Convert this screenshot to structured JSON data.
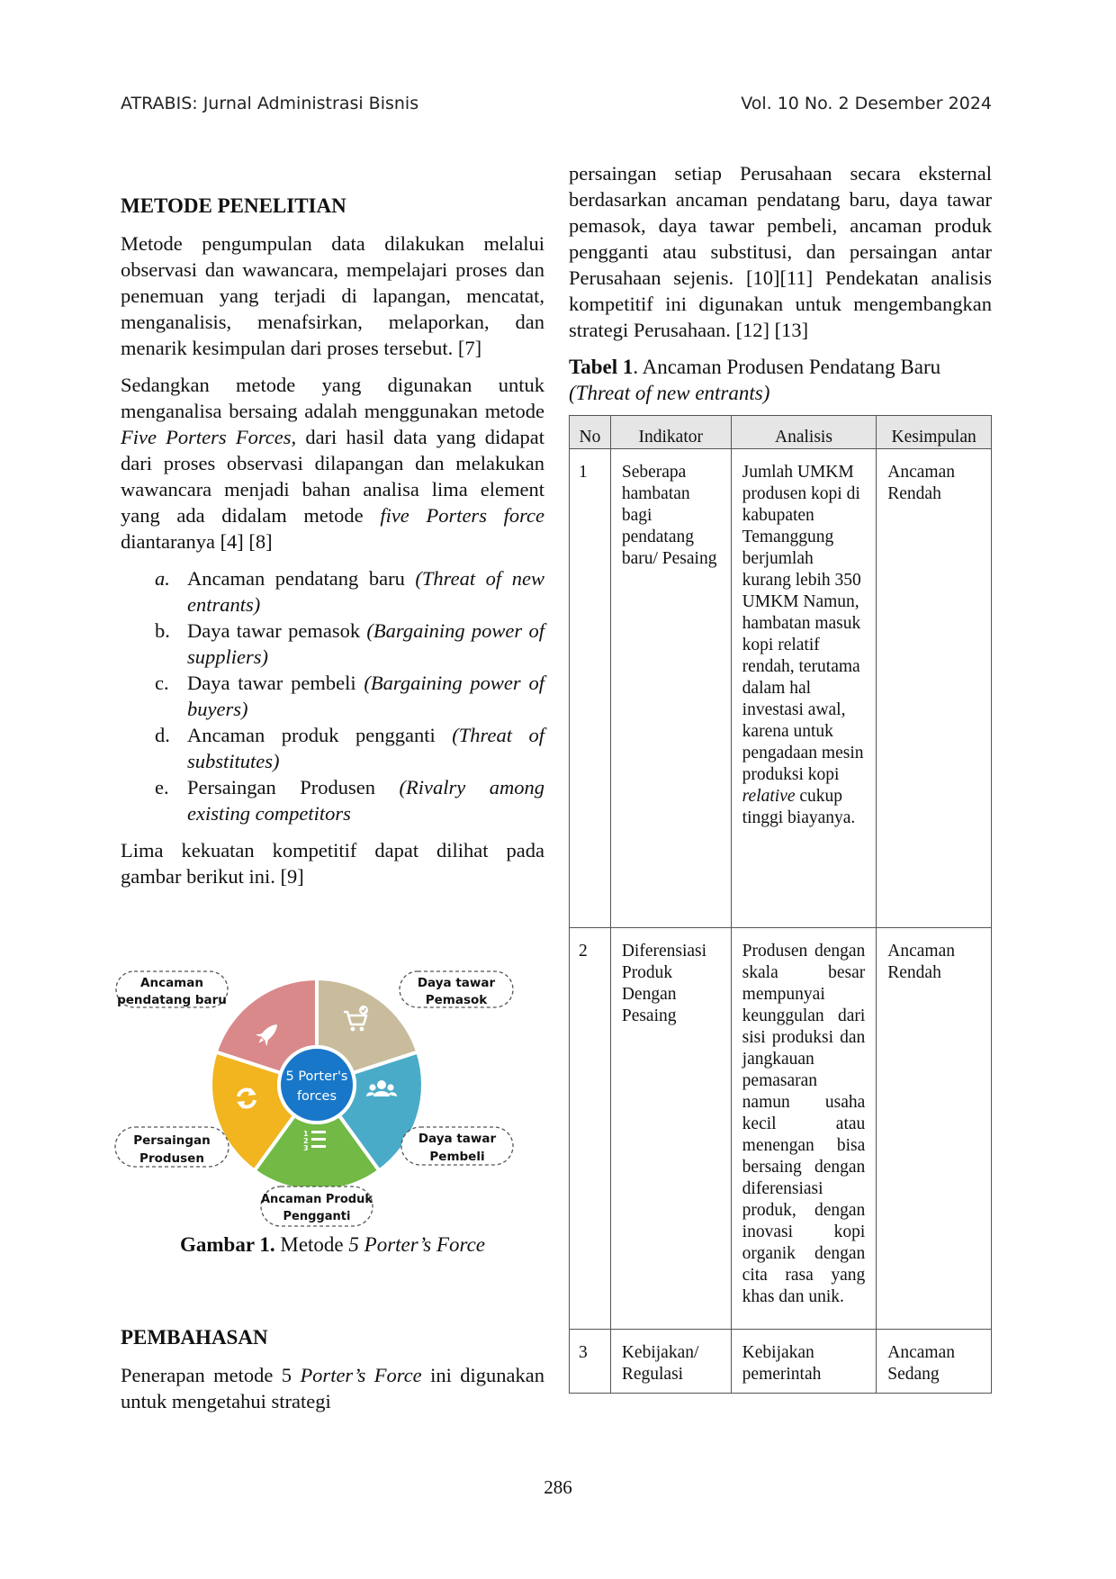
{
  "header": {
    "journal": "ATRABIS: Jurnal Administrasi Bisnis",
    "issue": "Vol. 10 No. 2 Desember 2024"
  },
  "metode": {
    "title": "METODE PENELITIAN",
    "p1": "Metode pengumpulan data dilakukan melalui observasi dan wawancara, mempelajari proses dan penemuan yang terjadi di lapangan, mencatat, menganalisis, menafsirkan, melaporkan, dan menarik kesimpulan dari proses tersebut. [7]",
    "p2_a": "Sedangkan metode yang digunakan untuk menganalisa bersaing adalah menggunakan metode ",
    "p2_b": "Five Porters Forces,",
    "p2_c": " dari hasil data yang didapat dari proses observasi dilapangan dan melakukan wawancara menjadi bahan analisa lima element yang ada didalam metode ",
    "p2_d": "five Porters force",
    "p2_e": " diantaranya    [4] [8]",
    "list": [
      {
        "marker": "a.",
        "text": "Ancaman pendatang baru ",
        "italic": "(Threat of new entrants)"
      },
      {
        "marker": "b.",
        "text": "Daya tawar pemasok ",
        "italic": "(Bargaining power of suppliers)"
      },
      {
        "marker": "c.",
        "text": "Daya tawar pembeli ",
        "italic": "(Bargaining power of buyers)"
      },
      {
        "marker": "d.",
        "text": "Ancaman produk pengganti ",
        "italic": "(Threat of substitutes)"
      },
      {
        "marker": "e.",
        "text": "Persaingan Produsen ",
        "italic": "(Rivalry among existing competitors"
      }
    ],
    "p3": "Lima kekuatan kompetitif dapat dilihat pada gambar berikut ini. [9]"
  },
  "figure": {
    "center_label_1": "5 Porter's",
    "center_label_2": "forces",
    "label_new_1": "Ancaman",
    "label_new_2": "pendatang baru",
    "label_supplier_1": "Daya tawar",
    "label_supplier_2": "Pemasok",
    "label_buyer_1": "Daya tawar",
    "label_buyer_2": "Pembeli",
    "label_substitute_1": "Ancaman Produk",
    "label_substitute_2": "Pengganti",
    "label_rivalry_1": "Persaingan",
    "label_rivalry_2": "Produsen",
    "colors": {
      "red": "#d9898a",
      "tan": "#c8bc9c",
      "blue": "#4aabc8",
      "green": "#72b945",
      "yellow": "#f2b41f",
      "center": "#1877c9"
    },
    "caption_bold": "Gambar 1.",
    "caption_text": " Metode ",
    "caption_italic": "5 Porter’s Force"
  },
  "pembahasan": {
    "title": "PEMBAHASAN",
    "p1_a": "Penerapan metode 5 ",
    "p1_b": "Porter’s Force",
    "p1_c": " ini digunakan untuk mengetahui strategi"
  },
  "right": {
    "p1": "persaingan setiap Perusahaan secara eksternal berdasarkan ancaman pendatang baru, daya tawar pemasok, daya tawar pembeli, ancaman produk pengganti atau substitusi, dan persaingan antar Perusahaan sejenis. [10][11] Pendekatan analisis kompetitif ini digunakan untuk mengembangkan strategi Perusahaan. [12] [13]",
    "table_caption_bold": "Tabel 1",
    "table_caption_text": ". Ancaman Produsen Pendatang Baru",
    "table_caption_italic": "(Threat of new entrants)"
  },
  "table": {
    "headers": [
      "No",
      "Indikator",
      "Analisis",
      "Kesimpulan"
    ],
    "rows": [
      {
        "no": "1",
        "indikator": "Seberapa hambatan bagi pendatang baru/ Pesaing",
        "analisis_a": "Jumlah UMKM produsen kopi di kabupaten Temanggung berjumlah kurang lebih 350 UMKM Namun, hambatan masuk kopi relatif rendah, terutama dalam hal investasi awal, karena untuk pengadaan mesin produksi kopi ",
        "analisis_i": "relative",
        "analisis_b": " cukup tinggi biayanya.",
        "kesimpulan": "Ancaman Rendah"
      },
      {
        "no": "2",
        "indikator": "Diferensiasi Produk Dengan Pesaing",
        "analisis": "Produsen dengan skala besar mempunyai keunggulan dari sisi produksi dan jangkauan pemasaran namun usaha kecil atau menengan bisa bersaing dengan diferensiasi produk, dengan inovasi kopi organik dengan cita rasa yang khas dan unik.",
        "kesimpulan": "Ancaman Rendah"
      },
      {
        "no": "3",
        "indikator": "Kebijakan/ Regulasi",
        "analisis": "Kebijakan pemerintah",
        "kesimpulan": "Ancaman Sedang"
      }
    ]
  },
  "page_number": "286"
}
